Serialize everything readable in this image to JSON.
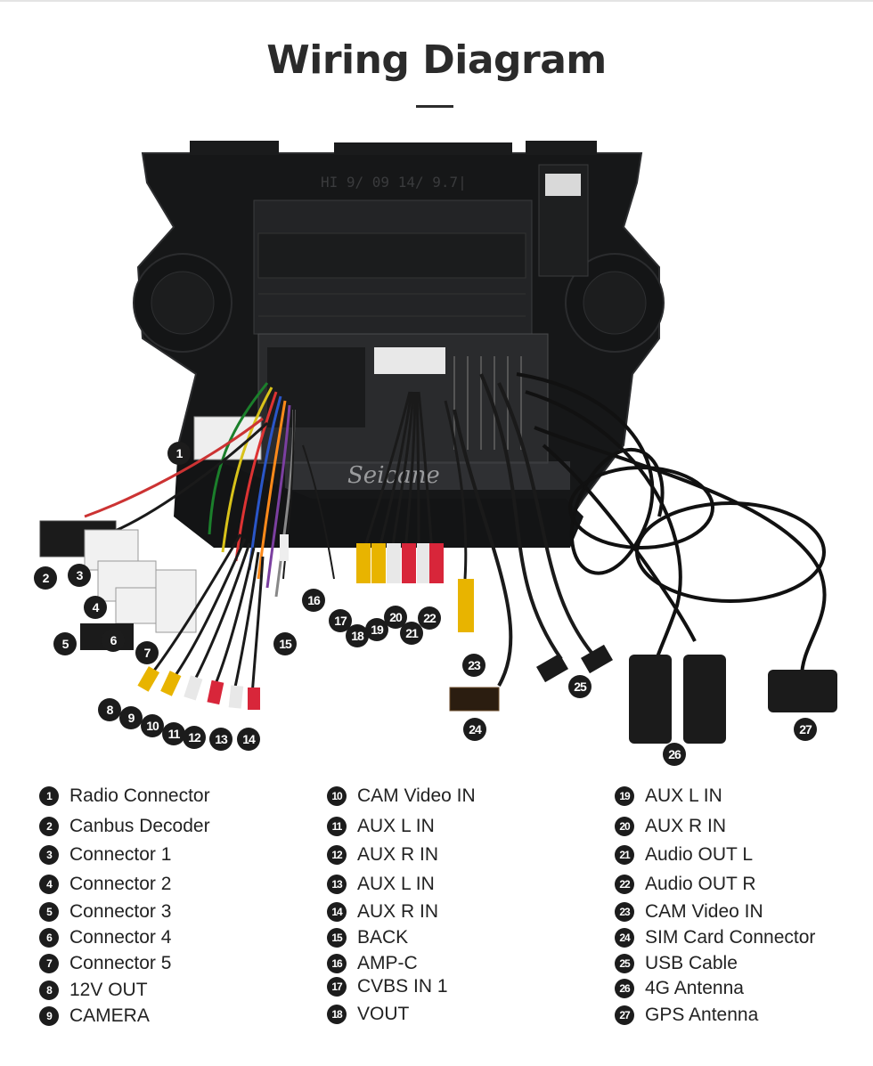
{
  "page": {
    "title": "Wiring Diagram",
    "watermark": "Seicane"
  },
  "colors": {
    "background": "#ffffff",
    "marker": "#1c1c1c",
    "title": "#2b2b2b"
  },
  "legend": [
    {
      "num": "1",
      "label": "Radio Connector"
    },
    {
      "num": "2",
      "label": "Canbus Decoder"
    },
    {
      "num": "3",
      "label": "Connector 1"
    },
    {
      "num": "4",
      "label": "Connector 2"
    },
    {
      "num": "5",
      "label": "Connector 3"
    },
    {
      "num": "6",
      "label": "Connector 4"
    },
    {
      "num": "7",
      "label": "Connector 5"
    },
    {
      "num": "8",
      "label": "12V OUT"
    },
    {
      "num": "9",
      "label": "CAMERA"
    },
    {
      "num": "10",
      "label": "CAM Video IN"
    },
    {
      "num": "11",
      "label": "AUX L IN"
    },
    {
      "num": "12",
      "label": "AUX R IN"
    },
    {
      "num": "13",
      "label": "AUX L IN"
    },
    {
      "num": "14",
      "label": "AUX R IN"
    },
    {
      "num": "15",
      "label": "BACK"
    },
    {
      "num": "16",
      "label": "AMP-C"
    },
    {
      "num": "17",
      "label": "CVBS IN 1"
    },
    {
      "num": "18",
      "label": "VOUT"
    },
    {
      "num": "19",
      "label": "AUX L IN"
    },
    {
      "num": "20",
      "label": "AUX R IN"
    },
    {
      "num": "21",
      "label": "Audio OUT L"
    },
    {
      "num": "22",
      "label": "Audio OUT R"
    },
    {
      "num": "23",
      "label": "CAM Video IN"
    },
    {
      "num": "24",
      "label": "SIM Card Connector"
    },
    {
      "num": "25",
      "label": "USB Cable"
    },
    {
      "num": "26",
      "label": "4G Antenna"
    },
    {
      "num": "27",
      "label": "GPS Antenna"
    }
  ]
}
